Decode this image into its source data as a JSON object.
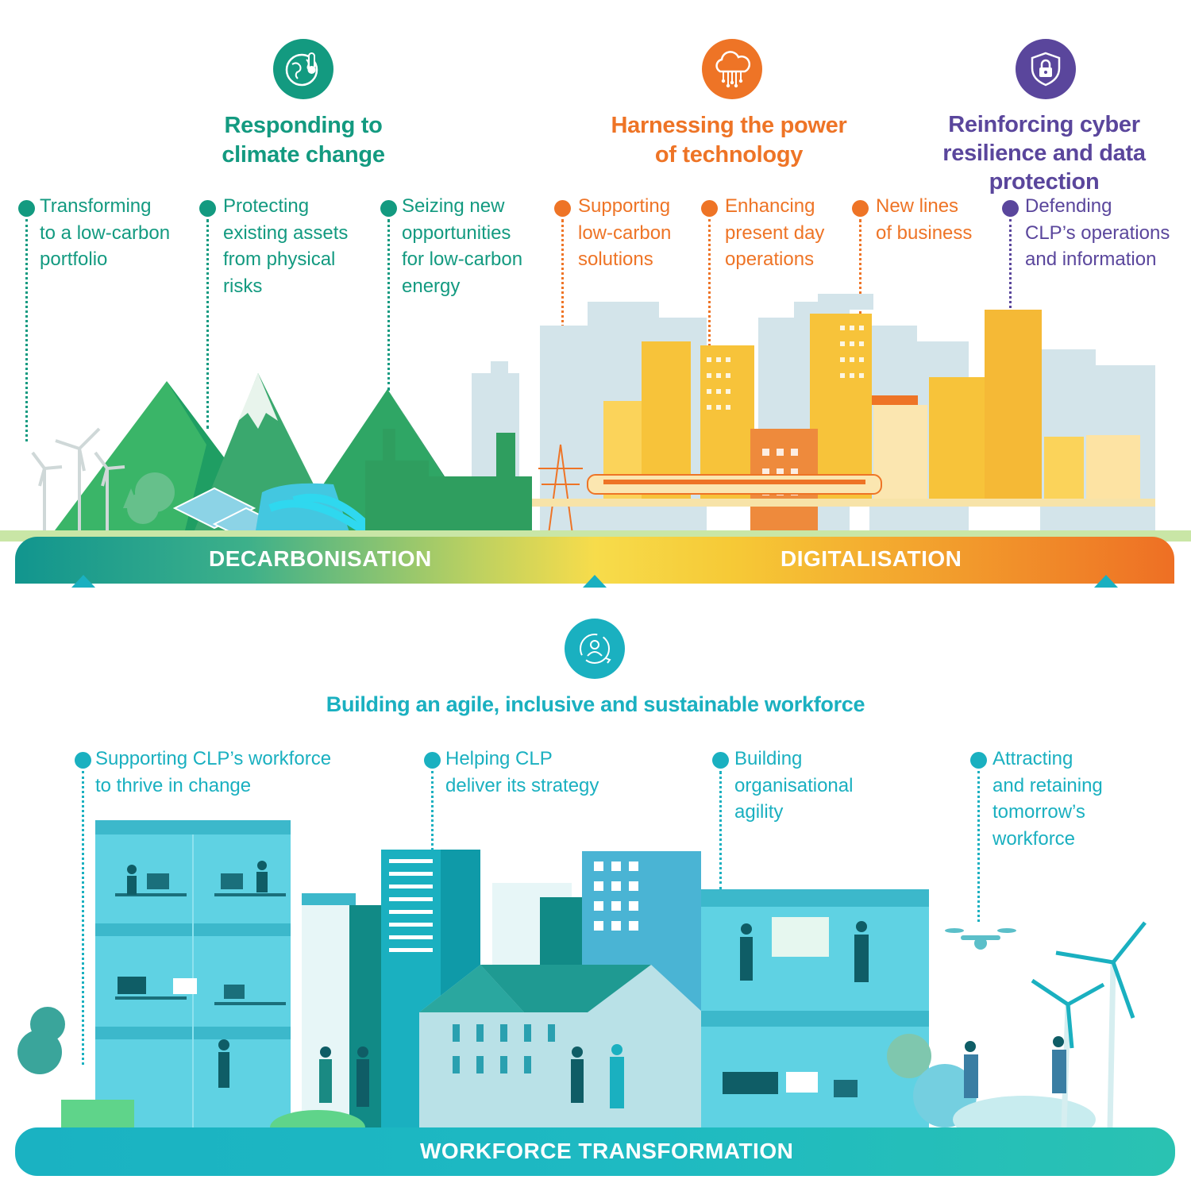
{
  "colors": {
    "green": "#139a80",
    "orange": "#ee7426",
    "purple": "#5a469c",
    "teal": "#1ab0c0",
    "yellow": "#f5cd3d"
  },
  "themes": [
    {
      "id": "climate",
      "title_line1": "Responding to",
      "title_line2": "climate change",
      "icon": "globe-thermometer-icon"
    },
    {
      "id": "technology",
      "title_line1": "Harnessing the power",
      "title_line2": "of technology",
      "icon": "cloud-circuit-icon"
    },
    {
      "id": "cyber",
      "title_line1": "Reinforcing cyber",
      "title_line2": "resilience and data protection",
      "icon": "shield-lock-icon"
    },
    {
      "id": "workforce",
      "title": "Building an agile, inclusive and sustainable workforce",
      "icon": "person-cycle-icon"
    }
  ],
  "decarbonisation_items": [
    {
      "lines": [
        "Transforming",
        "to a low-carbon",
        "portfolio"
      ]
    },
    {
      "lines": [
        "Protecting",
        "existing assets",
        "from physical",
        "risks"
      ]
    },
    {
      "lines": [
        "Seizing new",
        "opportunities",
        "for low-carbon",
        "energy"
      ]
    }
  ],
  "digitalisation_items": [
    {
      "lines": [
        "Supporting",
        "low-carbon",
        "solutions"
      ]
    },
    {
      "lines": [
        "Enhancing",
        "present day",
        "operations"
      ]
    },
    {
      "lines": [
        "New lines",
        "of business"
      ]
    }
  ],
  "cyber_items": [
    {
      "lines": [
        "Defending",
        "CLP’s operations",
        "and information"
      ]
    }
  ],
  "workforce_items": [
    {
      "lines": [
        "Supporting CLP’s workforce",
        "to thrive in change"
      ]
    },
    {
      "lines": [
        "Helping CLP",
        "deliver its strategy"
      ]
    },
    {
      "lines": [
        "Building",
        "organisational",
        "agility"
      ]
    },
    {
      "lines": [
        "Attracting",
        "and retaining",
        "tomorrow’s",
        "workforce"
      ]
    }
  ],
  "bands": {
    "decarbonisation": "DECARBONISATION",
    "digitalisation": "DIGITALISATION",
    "workforce": "WORKFORCE TRANSFORMATION"
  }
}
